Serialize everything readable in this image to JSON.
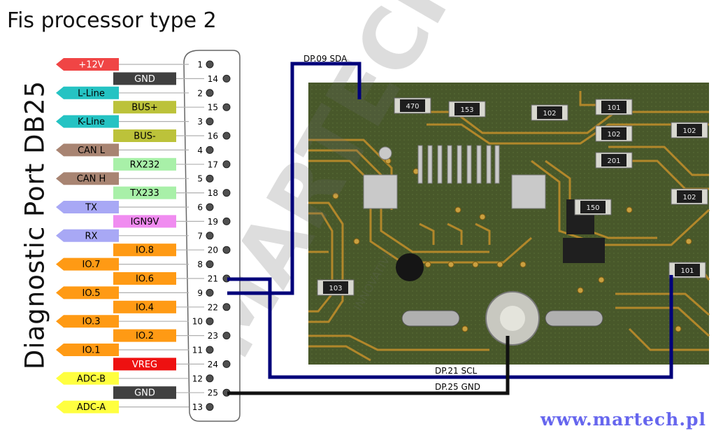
{
  "title": "Fis processor type 2",
  "side_label": "Diagnostic  Port  DB25",
  "footer": "www.martech.pl",
  "watermark": "MARTECH",
  "watermark_sub": "INNOVATIVE",
  "pins": [
    {
      "pin": "1",
      "label": "+12V",
      "color": "#f04545"
    },
    {
      "pin": "14",
      "label": "GND",
      "color": "#404040"
    },
    {
      "pin": "2",
      "label": "L-Line",
      "color": "#25c3c3"
    },
    {
      "pin": "15",
      "label": "BUS+",
      "color": "#bcc23a"
    },
    {
      "pin": "3",
      "label": "K-Line",
      "color": "#25c3c3"
    },
    {
      "pin": "16",
      "label": "BUS-",
      "color": "#bcc23a"
    },
    {
      "pin": "4",
      "label": "CAN  L",
      "color": "#a88472"
    },
    {
      "pin": "17",
      "label": "RX232",
      "color": "#a8f0a8"
    },
    {
      "pin": "5",
      "label": "CAN  H",
      "color": "#a88472"
    },
    {
      "pin": "18",
      "label": "TX233",
      "color": "#a8f0a8"
    },
    {
      "pin": "6",
      "label": "TX",
      "color": "#a8a8f5"
    },
    {
      "pin": "19",
      "label": "IGN9V",
      "color": "#f08cf0"
    },
    {
      "pin": "7",
      "label": "RX",
      "color": "#a8a8f5"
    },
    {
      "pin": "20",
      "label": "IO.8",
      "color": "#ff9a14"
    },
    {
      "pin": "8",
      "label": "IO.7",
      "color": "#ff9a14"
    },
    {
      "pin": "21",
      "label": "IO.6",
      "color": "#ff9a14"
    },
    {
      "pin": "9",
      "label": "IO.5",
      "color": "#ff9a14"
    },
    {
      "pin": "22",
      "label": "IO.4",
      "color": "#ff9a14"
    },
    {
      "pin": "10",
      "label": "IO.3",
      "color": "#ff9a14"
    },
    {
      "pin": "23",
      "label": "IO.2",
      "color": "#ff9a14"
    },
    {
      "pin": "11",
      "label": "IO.1",
      "color": "#ff9a14"
    },
    {
      "pin": "24",
      "label": "VREG",
      "color": "#ee1111"
    },
    {
      "pin": "12",
      "label": "ADC-B",
      "color": "#ffff40"
    },
    {
      "pin": "25",
      "label": "GND",
      "color": "#404040"
    },
    {
      "pin": "13",
      "label": "ADC-A",
      "color": "#ffff40"
    }
  ],
  "wires": {
    "sda": {
      "label": "DP.09  SDA",
      "color": "#00007a"
    },
    "scl": {
      "label": "DP.21  SCL",
      "color": "#00007a"
    },
    "gnd": {
      "label": "DP.25  GND",
      "color": "#111111"
    }
  },
  "components": [
    "470",
    "153",
    "102",
    "101",
    "102",
    "201",
    "102",
    "102",
    "150",
    "103",
    "101"
  ]
}
